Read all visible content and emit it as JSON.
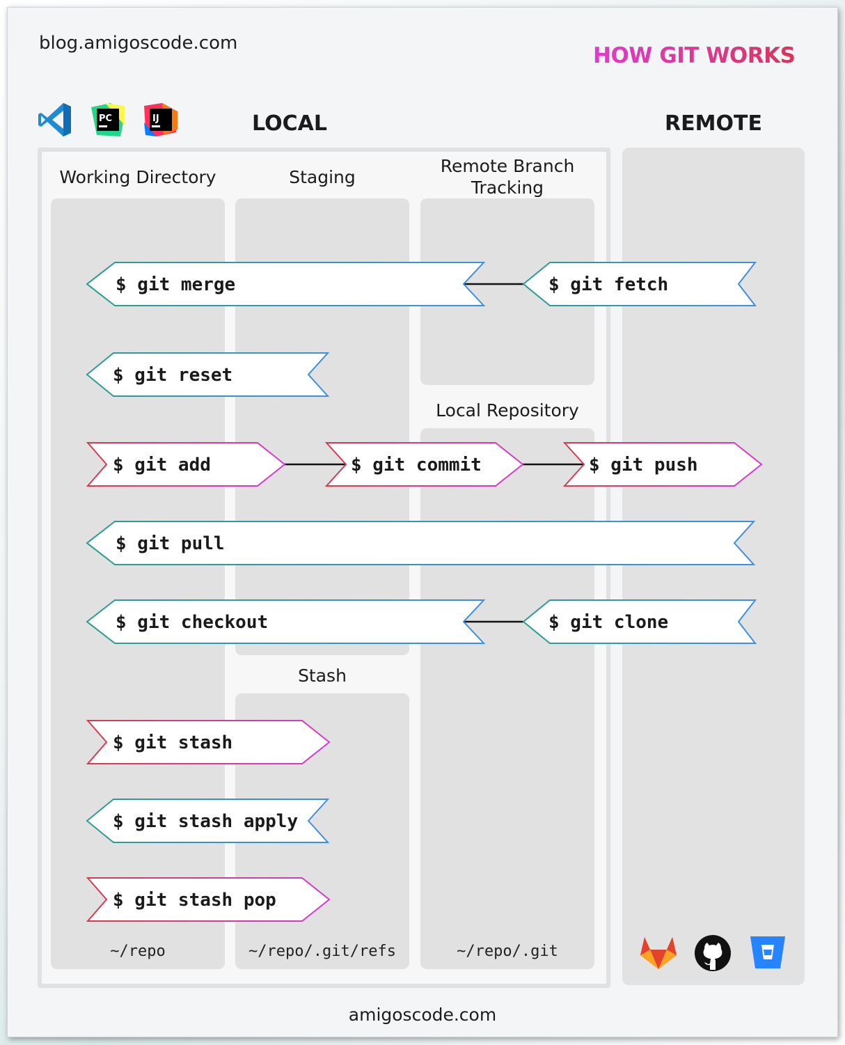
{
  "header": {
    "site": "blog.amigoscode.com",
    "title": "HOW GIT WORKS"
  },
  "sections": {
    "local": "LOCAL",
    "remote": "REMOTE"
  },
  "columns": {
    "working_directory": "Working Directory",
    "staging": "Staging",
    "remote_branch_tracking_line1": "Remote Branch",
    "remote_branch_tracking_line2": "Tracking",
    "local_repository": "Local Repository",
    "stash": "Stash"
  },
  "paths": {
    "repo": "~/repo",
    "refs": "~/repo/.git/refs",
    "git": "~/repo/.git"
  },
  "commands": [
    {
      "id": "merge",
      "label": "$ git merge",
      "direction": "left"
    },
    {
      "id": "fetch",
      "label": "$ git fetch",
      "direction": "left"
    },
    {
      "id": "reset",
      "label": "$ git reset",
      "direction": "left"
    },
    {
      "id": "add",
      "label": "$ git add",
      "direction": "right"
    },
    {
      "id": "commit",
      "label": "$ git commit",
      "direction": "right"
    },
    {
      "id": "push",
      "label": "$ git push",
      "direction": "right"
    },
    {
      "id": "pull",
      "label": "$ git pull",
      "direction": "left"
    },
    {
      "id": "checkout",
      "label": "$ git checkout",
      "direction": "left"
    },
    {
      "id": "clone",
      "label": "$ git clone",
      "direction": "left"
    },
    {
      "id": "stash",
      "label": "$ git stash",
      "direction": "right"
    },
    {
      "id": "stash_apply",
      "label": "$ git stash apply",
      "direction": "left"
    },
    {
      "id": "stash_pop",
      "label": "$ git stash pop",
      "direction": "right"
    }
  ],
  "colors": {
    "left_arrow_start": "#2a9d8f",
    "left_arrow_end": "#3d8fe0",
    "right_arrow_start": "#d93a4a",
    "right_arrow_end": "#d63ad0",
    "title_start": "#e03ad0",
    "title_end": "#d8365a"
  },
  "ide_icons": [
    {
      "name": "vscode-icon",
      "text": ""
    },
    {
      "name": "pycharm-icon",
      "text": "PC"
    },
    {
      "name": "intellij-icon",
      "text": "IJ"
    }
  ],
  "remote_icons": [
    "gitlab-icon",
    "github-icon",
    "bitbucket-icon"
  ],
  "footer": "amigoscode.com"
}
